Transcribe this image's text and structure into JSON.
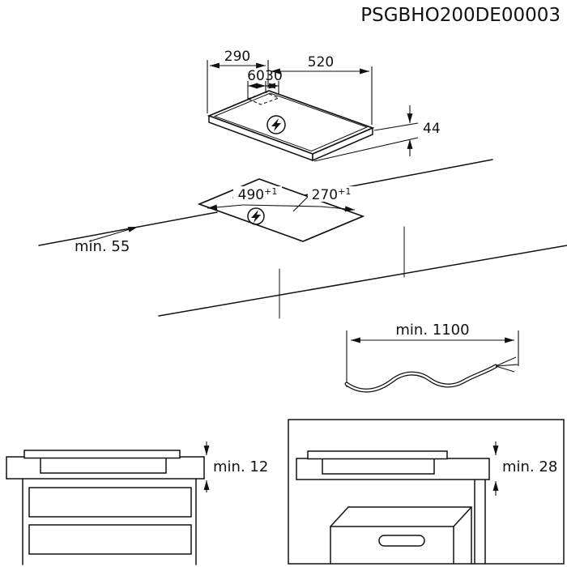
{
  "title": "PSGBHO200DE00003",
  "dims": {
    "hob_width": "290",
    "hob_depth": "520",
    "box_offset_a": "60",
    "box_offset_b": "30",
    "hob_height": "44",
    "cutout_length": "490",
    "cutout_length_tol": "+1",
    "cutout_width": "270",
    "cutout_width_tol": "+1",
    "front_clearance": "min. 55",
    "cable_length": "min. 1100",
    "drawer_clearance": "min. 12",
    "oven_clearance": "min. 28"
  },
  "icons": {
    "power_symbol": "lightning-bolt"
  }
}
